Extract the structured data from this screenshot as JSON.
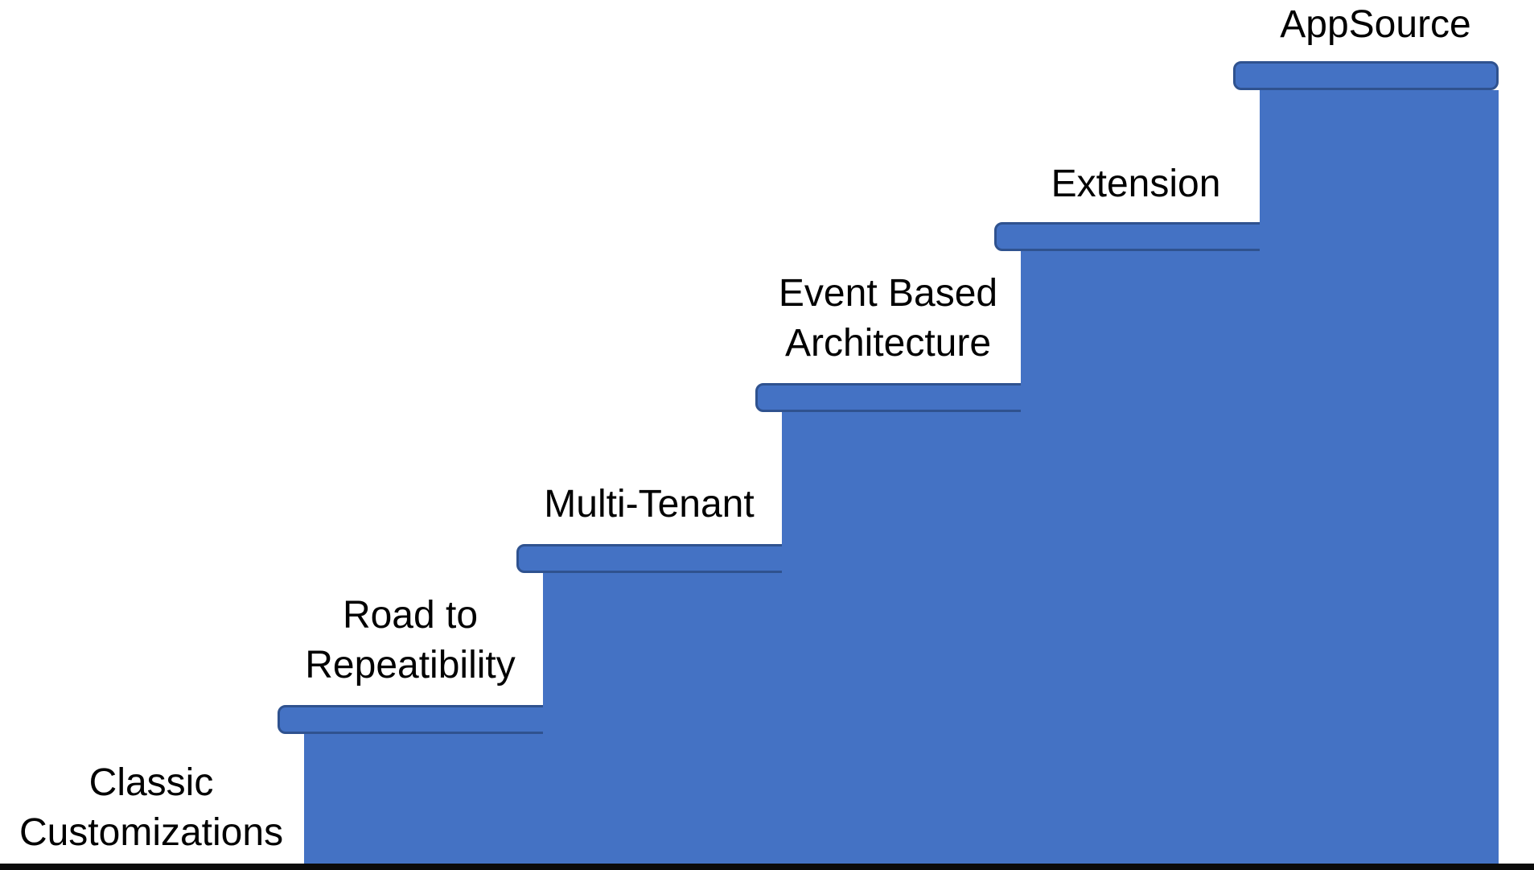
{
  "diagram": {
    "type": "staircase-progression",
    "orientation": "ascending-left-to-right",
    "steps": [
      {
        "id": "classic-customizations",
        "level": 0,
        "label": "Classic\nCustomizations",
        "has_tread": false
      },
      {
        "id": "road-to-repeatibility",
        "level": 1,
        "label": "Road to\nRepeatibility",
        "has_tread": true
      },
      {
        "id": "multi-tenant",
        "level": 2,
        "label": "Multi-Tenant",
        "has_tread": true
      },
      {
        "id": "event-based-architecture",
        "level": 3,
        "label": "Event Based\nArchitecture",
        "has_tread": true
      },
      {
        "id": "extension",
        "level": 4,
        "label": "Extension",
        "has_tread": true
      },
      {
        "id": "appsource",
        "level": 5,
        "label": "AppSource",
        "has_tread": true
      }
    ]
  },
  "colors": {
    "step_fill": "#4472C4",
    "step_border": "#2F528F",
    "floor_color": "#0b0b0b",
    "label_color": "#000000",
    "background": "#ffffff"
  }
}
